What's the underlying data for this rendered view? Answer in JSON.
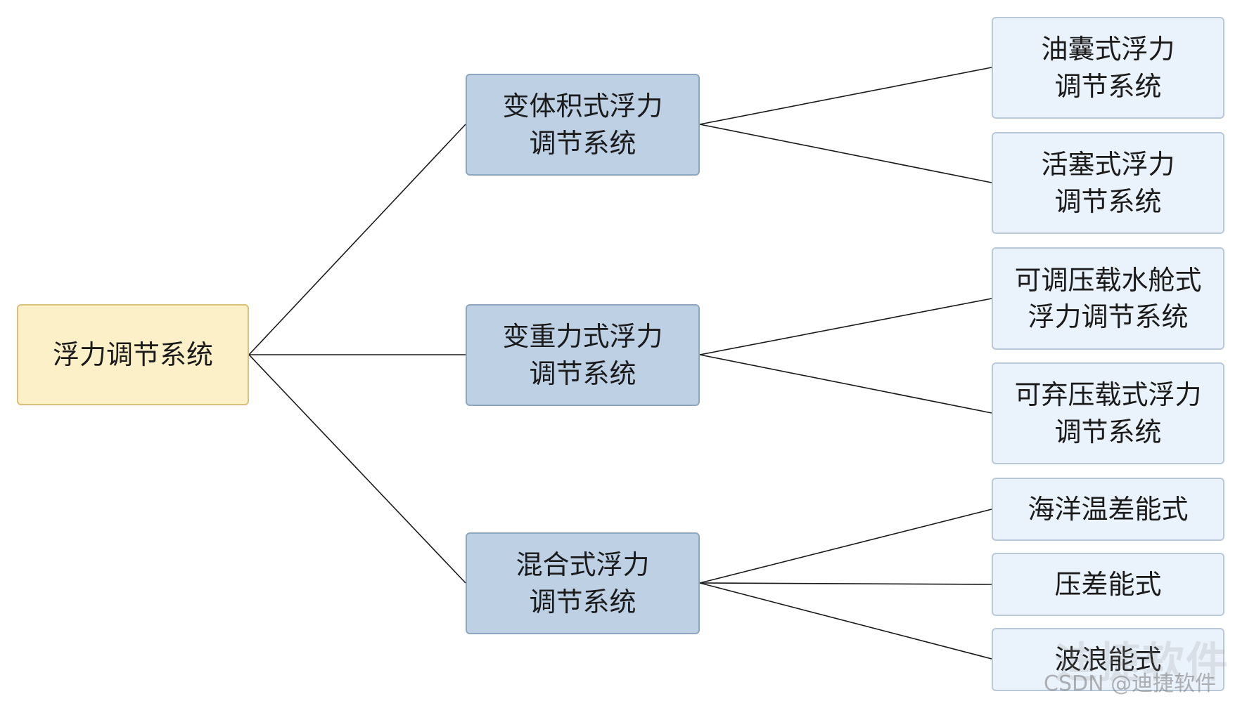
{
  "root": {
    "label": "浮力调节系统"
  },
  "categories": [
    {
      "label": "变体积式浮力\n调节系统",
      "children": [
        "油囊式浮力\n调节系统",
        "活塞式浮力\n调节系统"
      ]
    },
    {
      "label": "变重力式浮力\n调节系统",
      "children": [
        "可调压载水舱式\n浮力调节系统",
        "可弃压载式浮力\n调节系统"
      ]
    },
    {
      "label": "混合式浮力\n调节系统",
      "children": [
        "海洋温差能式",
        "压差能式",
        "波浪能式"
      ]
    }
  ],
  "watermark": {
    "brand": "迪捷软件",
    "source": "CSDN @迪捷软件"
  }
}
